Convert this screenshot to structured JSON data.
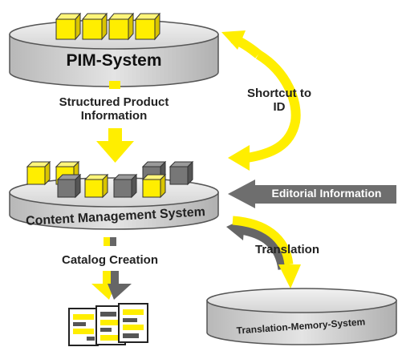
{
  "diagram": {
    "pim_system": {
      "label": "PIM-System"
    },
    "cms": {
      "label": "Content Management System"
    },
    "tms": {
      "label": "Translation-Memory-System"
    },
    "flows": {
      "structured_info": "Structured Product Information",
      "shortcut": "Shortcut to ID",
      "editorial": "Editorial Information",
      "translation": "Translation",
      "catalog": "Catalog Creation"
    }
  },
  "colors": {
    "yellow": "#ffee00",
    "gray_dark": "#666666",
    "gray_mid": "#8a8a8a",
    "disk_fill": "#d9d9d9",
    "disk_top": "#e8e8e8"
  }
}
